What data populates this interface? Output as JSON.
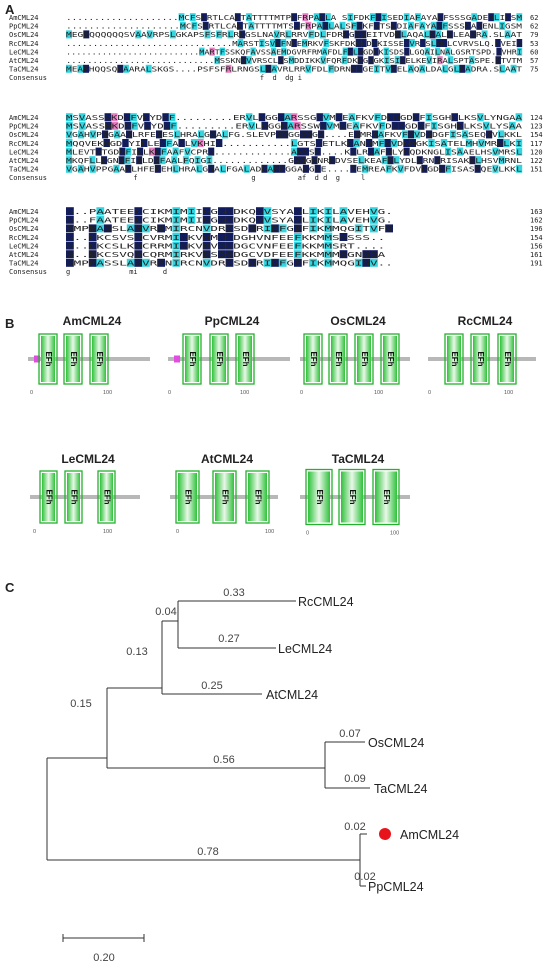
{
  "panels": {
    "a": "A",
    "b": "B",
    "c": "C"
  },
  "alignment": {
    "consensus_label": "Consensus",
    "blocks": [
      {
        "rows": [
          {
            "name": "AmCML24",
            "seq": "....................MCFSGRTLCAETATTTTMTPDFRPADLA SIFDKFGISEDIAFAYAGFSSSGADENLIGSM",
            "pos": "62"
          },
          {
            "name": "PpCML24",
            "seq": "....................MCFSGRTLCAETATTTTMTSEFRPADLALSFDKFGTSEDIAFAYAGFSSSGADENLIGSM",
            "pos": "62"
          },
          {
            "name": "OsCML24",
            "seq": "MEGEQQQQQQSVAAVRPSLGKAPSFSFRLRNGSLNAVRLRRVFDLFDRNGDGEITVDELAQALDALGLEADRA.SLAAT",
            "pos": "79"
          },
          {
            "name": "RcCML24",
            "seq": "...............................MARSTISVNFNEEMRKVFSKFDKNGDGKISSEEVRESLNDLCVRVSLQ.EVEIN",
            "pos": "53"
          },
          {
            "name": "LeCML24",
            "seq": "..........................MARTFSSKQFAVSSAEMDGVRFRMAFDLFDLNGDGKISDSELGQAILNALGSRTSPD.EVHRI",
            "pos": "60"
          },
          {
            "name": "AtCML24",
            "seq": "............................MSSKNGVVRSCLGSMDDIKKVFQRFDKNGDGKISIDELKEVIRALSPTASPE.ETVTM",
            "pos": "57"
          },
          {
            "name": "TaCML24",
            "seq": "MEAEHQQSQGAARALSKGS....PSFSFRLRNGSLNAVRLRRVFDLFDRNGDGEITVDELAQALDALGLEADRA.SLAAT",
            "pos": "75"
          }
        ],
        "consensus": "                                              f  d  dg i"
      },
      {
        "rows": [
          {
            "name": "AmCML24",
            "seq": "MSVASSNKDGFVEYDEF.........ERVLGGGGARSSGGVMEEAFKVFDEDGDGFISGHELKSVLYNGAA",
            "pos": "124"
          },
          {
            "name": "PpCML24",
            "seq": "MSVASSNKDGFVEYDEF.........ERVLGGGGARSSWGVMEEAFKVFDEDGDGFISGHELKSVLYSAA",
            "pos": "123"
          },
          {
            "name": "OsCML24",
            "seq": "VGAHVPEGAAGLRFEEESLHRALGDALFG.SLEVPEDGGGGGD....EEMREAFKVFDVDGDGFISASEQEVLKKL",
            "pos": "154"
          },
          {
            "name": "RcCML24",
            "seq": "MQQVEKNGDGYIELEEFADLVKHIG...........LGTSGETLKEANDMFNVDGNGKISATELMHVMRNLKI",
            "pos": "117"
          },
          {
            "name": "LeCML24",
            "seq": "MLEVTDTGDGFIELKEFAAFVCPRG.............ANGSN....KELREAFDLYDQDKNGLISAAELHSVMRSL",
            "pos": "120"
          },
          {
            "name": "AtCML24",
            "seq": "MKQFLLDGNGFIELDEFAALFQIGI.............GGGGNNRNDVSELKEAFDLYDLDRNGRISAKELHSVMRNL",
            "pos": "122"
          },
          {
            "name": "TaCML24",
            "seq": "VGAHVPPGAAGLHFEEEHLHRALGDALFGALADDAEEGGAGGDE....EEMREAFKVFDVDGDGFISASEQEVLKKL",
            "pos": "151"
          }
        ],
        "consensus": "                f                           g          af  d d  g     l"
      },
      {
        "rows": [
          {
            "name": "AmCML24",
            "seq": "G..PAATEEECIKMIMIIGGGDDKQGVSYAGLIKILAVEHVG.",
            "pos": "163"
          },
          {
            "name": "PpCML24",
            "seq": "G..FAATEEECIKMIMIIGGGDDKQGVSYAGLIKILAVEHVG.",
            "pos": "162"
          },
          {
            "name": "OsCML24",
            "seq": "GMPEAGSLANVREMIRCNVDRDSDGRIDFGEFIKMMQGITVFG",
            "pos": "196"
          },
          {
            "name": "RcCML24",
            "seq": "G..EKCSVSDCVRMIGKVDMDGDGHVNFEEFKKMMSNSSS..",
            "pos": "154"
          },
          {
            "name": "LeCML24",
            "seq": "G..EKCSLKDCRRMIGKVDVDGDGCVNFEEFKKMMSRT....",
            "pos": "156"
          },
          {
            "name": "AtCML24",
            "seq": "G..EKCSVQDCQRMIRKVDSDGDGCVDFEEFKKMMMGGNGGA",
            "pos": "161"
          },
          {
            "name": "TaCML24",
            "seq": "GMPEASSLANVRENIRCNVDRDSDGRIDFGEFIKMMQGINV..",
            "pos": "191"
          }
        ],
        "consensus": "g              mi      d"
      }
    ]
  },
  "domains": {
    "domain_label": "EFh",
    "items": [
      {
        "name": "AmCML24",
        "efh": 3,
        "motif": true,
        "tick0": "0",
        "tick100": "100"
      },
      {
        "name": "PpCML24",
        "efh": 3,
        "motif": true,
        "tick0": "0",
        "tick100": "100"
      },
      {
        "name": "OsCML24",
        "efh": 4,
        "motif": false,
        "tick0": "0",
        "tick100": "100"
      },
      {
        "name": "RcCML24",
        "efh": 3,
        "motif": false,
        "tick0": "0",
        "tick100": "100"
      },
      {
        "name": "LeCML24",
        "efh": 3,
        "motif": false,
        "tick0": "0",
        "tick100": "100"
      },
      {
        "name": "AtCML24",
        "efh": 3,
        "motif": false,
        "tick0": "0",
        "tick100": "100"
      },
      {
        "name": "TaCML24",
        "efh": 3,
        "motif": false,
        "tick0": "0",
        "tick100": "100"
      }
    ]
  },
  "tree": {
    "scale_label": "0.20",
    "branch_lengths": [
      "0.33",
      "0.27",
      "0.04",
      "0.13",
      "0.25",
      "0.15",
      "0.07",
      "0.56",
      "0.09",
      "0.02",
      "0.78",
      "0.02"
    ],
    "leaves": [
      "RcCML24",
      "LeCML24",
      "AtCML24",
      "OsCML24",
      "TaCML24",
      "AmCML24",
      "PpCML24"
    ],
    "highlight_color": "#e8141b"
  }
}
